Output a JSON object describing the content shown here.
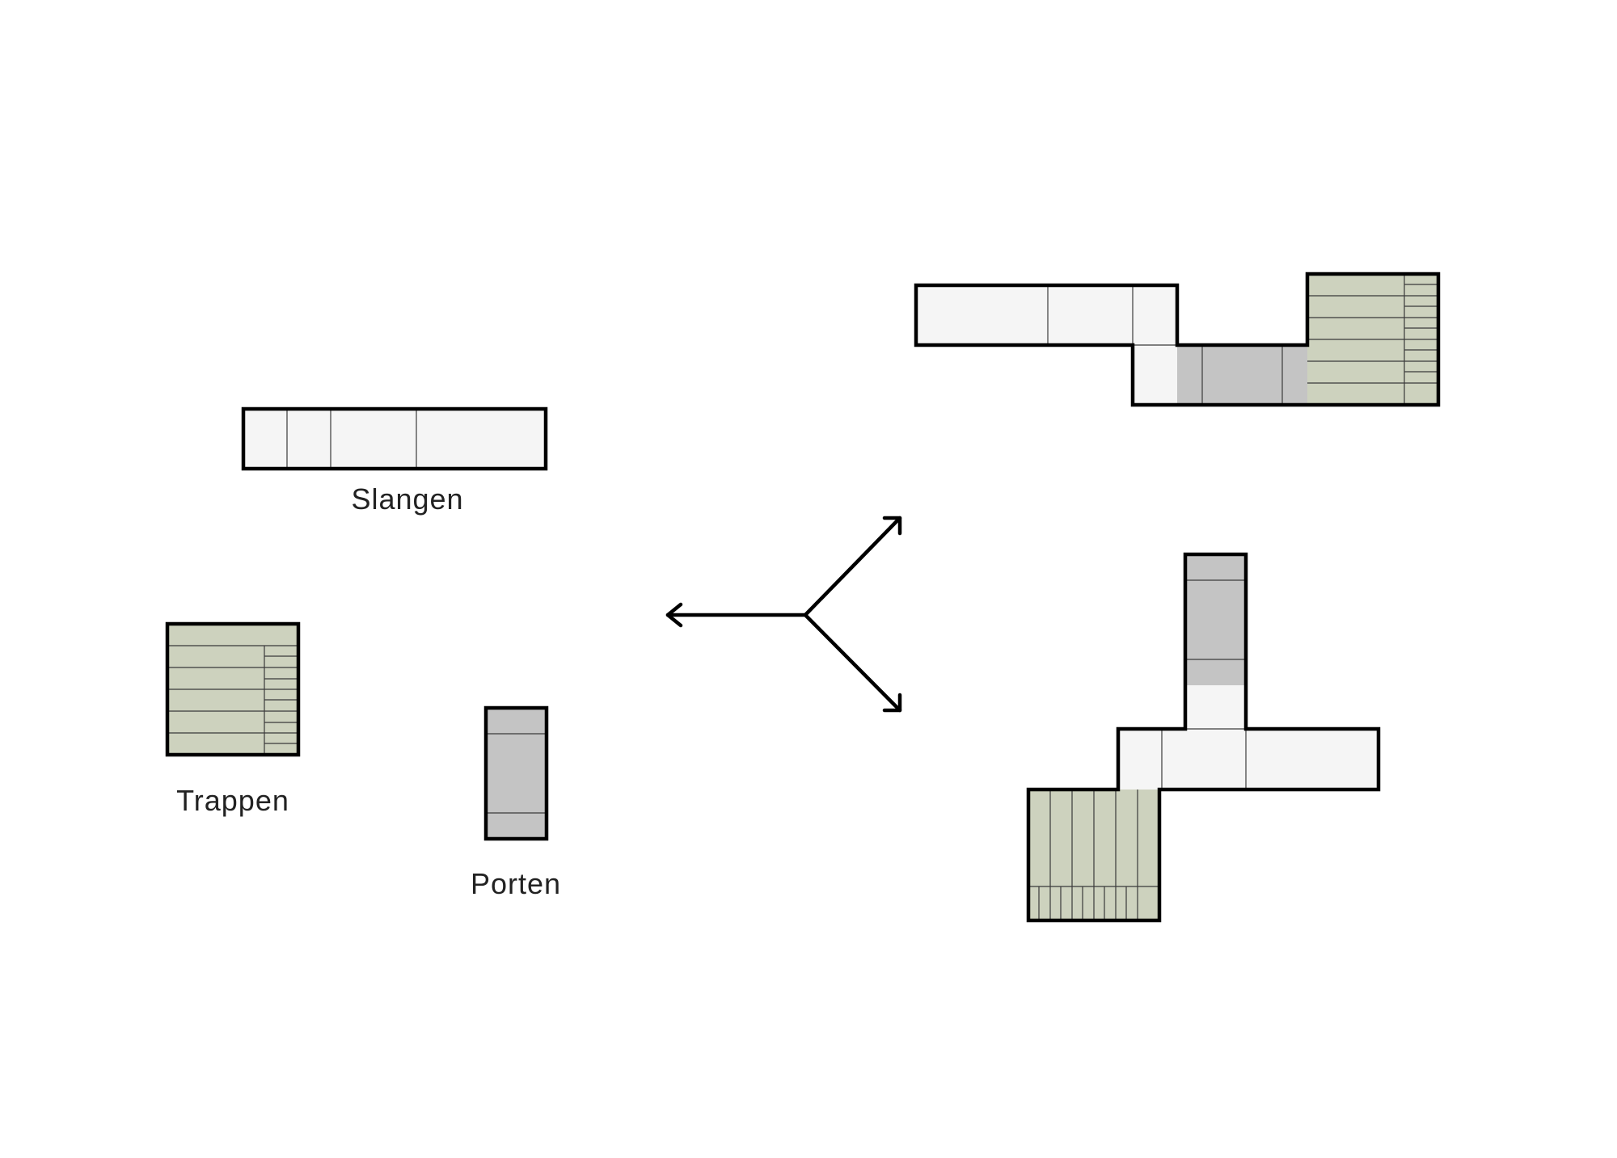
{
  "labels": {
    "slangen": "Slangen",
    "trappen": "Trappen",
    "porten": "Porten"
  },
  "colors": {
    "background": "#ffffff",
    "slangen_fill": "#f5f5f5",
    "trappen_fill": "#cdd2be",
    "porten_fill": "#c4c4c4",
    "outline": "#000000"
  }
}
